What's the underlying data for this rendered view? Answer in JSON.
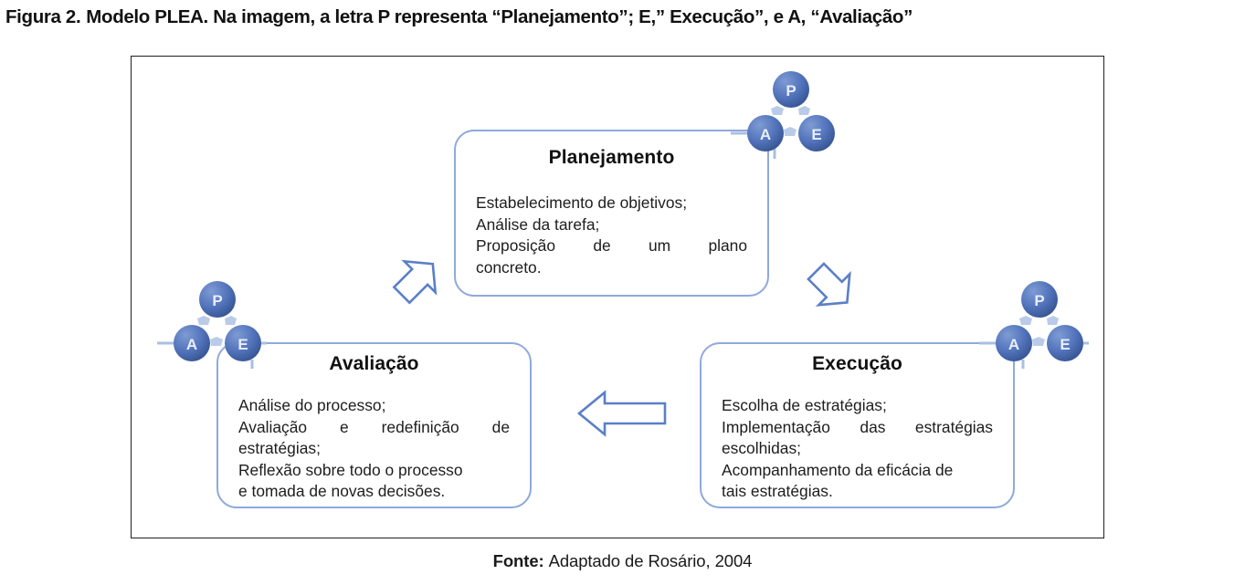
{
  "caption": {
    "label": "Figura 2.",
    "text": "Modelo PLEA. Na imagem, a letra P representa “Planejamento”; E,” Execução”, e A, “Avaliação”"
  },
  "source": {
    "label": "Fonte:",
    "text": "Adaptado de Rosário, 2004"
  },
  "colors": {
    "frame_border": "#231f20",
    "box_border": "#8fa9dc",
    "circle_blue_light": "#5b7fc7",
    "circle_blue_dark": "#36538f",
    "connector_blue": "#b9cbe8",
    "arrow_stroke": "#5b7fc7",
    "text": "#1a1a1a"
  },
  "boxes": [
    {
      "id": "planejamento",
      "title": "Planejamento",
      "lines": [
        "Estabelecimento de objetivos;",
        "Análise da tarefa;",
        "Proposição de um plano",
        "concreto."
      ]
    },
    {
      "id": "execucao",
      "title": "Execução",
      "lines": [
        "Escolha de estratégias;",
        "Implementação das estratégias",
        "escolhidas;",
        "Acompanhamento da eficácia de",
        "tais estratégias."
      ]
    },
    {
      "id": "avaliacao",
      "title": "Avaliação",
      "lines": [
        "Análise do processo;",
        "Avaliação e redefinição de",
        "estratégias;",
        "Reflexão sobre todo o processo",
        "e tomada de novas decisões."
      ]
    }
  ],
  "clusters": [
    {
      "id": "top",
      "p": "P",
      "a": "A",
      "e": "E"
    },
    {
      "id": "left",
      "p": "P",
      "a": "A",
      "e": "E"
    },
    {
      "id": "right",
      "p": "P",
      "a": "A",
      "e": "E"
    }
  ],
  "arrows": [
    {
      "id": "up-right",
      "direction": "up-right",
      "from": "avaliacao",
      "to": "planejamento"
    },
    {
      "id": "down-right",
      "direction": "down-right",
      "from": "planejamento",
      "to": "execucao"
    },
    {
      "id": "left",
      "direction": "left",
      "from": "execucao",
      "to": "avaliacao"
    }
  ]
}
